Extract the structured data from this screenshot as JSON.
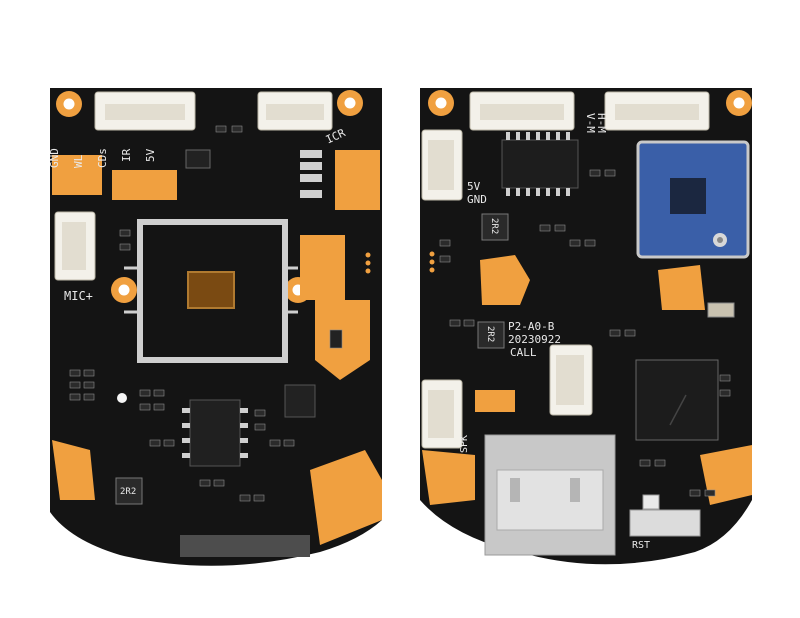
{
  "colors": {
    "background": "#ffffff",
    "pcb": "#141414",
    "copper_pad": "#f0a040",
    "silkscreen": "#e9e9e9",
    "wifi_module": "#3a5fa8",
    "shield_frame": "#cfcfcf",
    "sensor": "#7a4a12",
    "usb_metal": "#c8c8c8"
  },
  "left_board": {
    "name": "camera-board-front",
    "silkscreen": {
      "pin_gnd": "GND",
      "pin_wl": "WL",
      "pin_cds": "CDs",
      "pin_ir": "IR",
      "pin_5v": "5V",
      "icr": "ICR",
      "mic": "MIC+",
      "inductor": "2R2"
    }
  },
  "right_board": {
    "name": "camera-board-back",
    "silkscreen": {
      "vm": "V-M",
      "hm": "H-M",
      "pin_5v": "5V",
      "pin_gnd": "GND",
      "inductor_top": "2R2",
      "inductor_mid": "2R2",
      "board_id": "P2-A0-B",
      "date_code": "20230922",
      "call": "CALL",
      "spk": "SPK",
      "rst": "RST"
    }
  }
}
